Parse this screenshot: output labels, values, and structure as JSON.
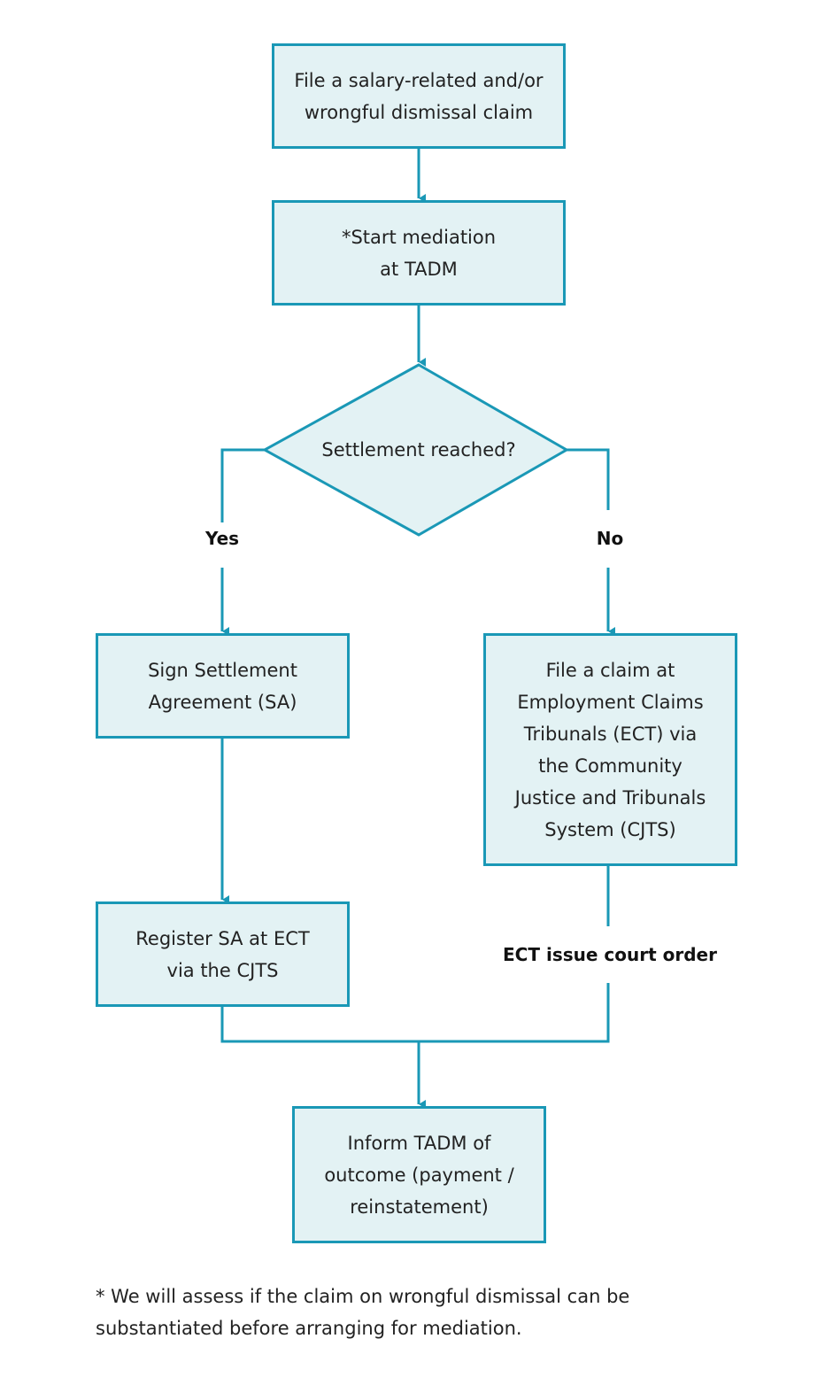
{
  "colors": {
    "stroke": "#1a98b6",
    "box_fill": "#e3f2f4",
    "text": "#222222"
  },
  "nodes": {
    "file_claim": {
      "line1": "File a salary-related and/or",
      "line2": "wrongful dismissal claim"
    },
    "start_mediation": {
      "line1": "*Start mediation",
      "line2": "at TADM"
    },
    "decision": {
      "label": "Settlement reached?"
    },
    "sign_sa": {
      "line1": "Sign Settlement",
      "line2": "Agreement (SA)"
    },
    "file_ect": {
      "line1": "File a claim at",
      "line2": "Employment Claims",
      "line3": "Tribunals (ECT) via",
      "line4": "the Community",
      "line5": "Justice and Tribunals",
      "line6": "System (CJTS)"
    },
    "register_sa": {
      "line1": "Register SA at ECT",
      "line2": "via the CJTS"
    },
    "inform_tadm": {
      "line1": "Inform TADM of",
      "line2": "outcome (payment /",
      "line3": "reinstatement)"
    }
  },
  "edge_labels": {
    "yes": "Yes",
    "no": "No",
    "court_order": "ECT issue court order"
  },
  "footnote": {
    "line1": "* We will assess if the claim on wrongful dismissal can be",
    "line2": "substantiated before arranging for mediation."
  }
}
